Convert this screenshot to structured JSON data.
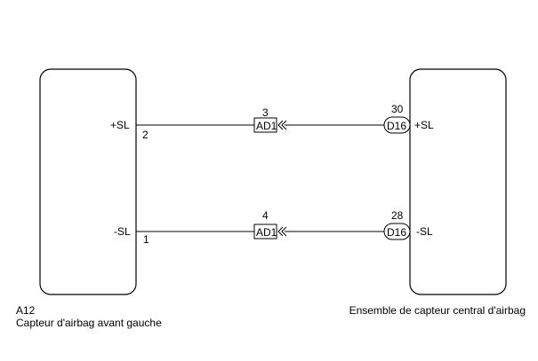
{
  "left_component": {
    "code": "A12",
    "name": "Capteur d'airbag avant gauche"
  },
  "right_component": {
    "name": "Ensemble de capteur central d'airbag"
  },
  "wires": [
    {
      "signal": "+SL",
      "left_pin": "2",
      "right_signal": "+SL",
      "junction_label": "AD1",
      "junction_pin": "3",
      "connector_label": "D16",
      "connector_pin": "30"
    },
    {
      "signal": "-SL",
      "left_pin": "1",
      "right_signal": "-SL",
      "junction_label": "AD1",
      "junction_pin": "4",
      "connector_label": "D16",
      "connector_pin": "28"
    }
  ]
}
